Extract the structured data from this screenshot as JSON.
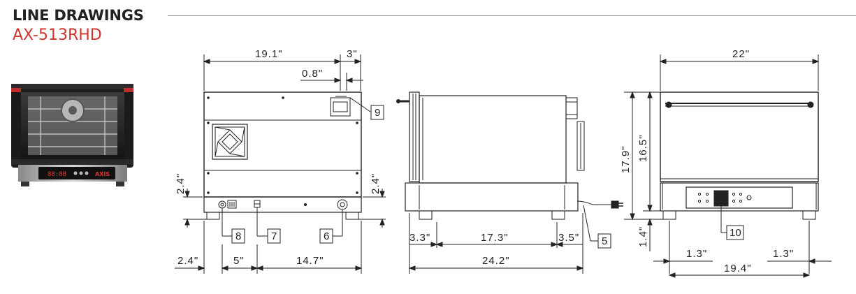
{
  "header": {
    "title": "LINE DRAWINGS",
    "model": "AX-513RHD"
  },
  "oven_panel": {
    "display_digits": "88:88",
    "brand": "AXIS"
  },
  "rear_view": {
    "dims": {
      "width": "19.1\"",
      "side_offset": "3\"",
      "small_offset": "0.8\"",
      "left_height": "2.4\"",
      "right_height": "2.4\"",
      "bottom_left": "2.4\"",
      "bottom_mid": "5\"",
      "bottom_right": "14.7\""
    },
    "callouts": [
      "9",
      "8",
      "7",
      "6"
    ]
  },
  "side_view": {
    "dims": {
      "left": "3.3\"",
      "middle": "17.3\"",
      "right": "3.5\"",
      "overall": "24.2\""
    },
    "callouts": [
      "5"
    ]
  },
  "front_view": {
    "dims": {
      "width": "22\"",
      "total_height": "17.9\"",
      "body_height": "16.5\"",
      "foot_height": "1.4\"",
      "left_offset": "1.3\"",
      "right_offset": "1.3\"",
      "feet_span": "19.4\""
    },
    "callouts": [
      "10"
    ]
  }
}
